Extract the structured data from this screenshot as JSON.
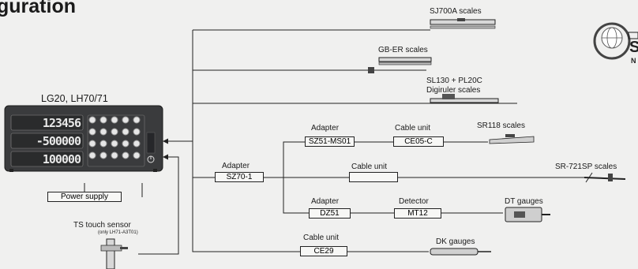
{
  "title": "guration",
  "device": {
    "name": "LG20, LH70/71",
    "displays": [
      "123456",
      "-500000",
      "100000"
    ]
  },
  "power_supply": "Power supply",
  "touch_sensor": {
    "name": "TS touch sensor",
    "note": "(only LH71-A3T01)"
  },
  "scales": {
    "sj700a": "SJ700A scales",
    "gb_er": "GB-ER scales",
    "sl130": "SL130 + PL20C",
    "digiruler": "Digiruler scales",
    "sr118": "SR118 scales",
    "sr721sp": "SR-721SP scales",
    "dt": "DT gauges",
    "dk": "DK gauges"
  },
  "adapter_label": "Adapter",
  "cable_unit_label": "Cable unit",
  "detector_label": "Detector",
  "boxes": {
    "sz70": "SZ70-1",
    "sz51": "SZ51-MS01",
    "ce05": "CE05-C",
    "dz51": "DZ51",
    "mt12": "MT12",
    "ce29": "CE29",
    "blank": ""
  },
  "colors": {
    "background": "#f0f0ef",
    "line": "#222222",
    "device_body": "#3a3b3d",
    "display_digits": "#e8e8e8"
  }
}
